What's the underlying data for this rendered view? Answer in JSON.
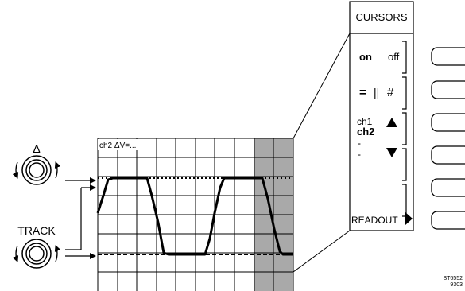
{
  "knobs": [
    {
      "name": "delta",
      "label": "Δ"
    },
    {
      "name": "track",
      "label": "TRACK"
    }
  ],
  "screen": {
    "readout": "ch2 ΔV=..."
  },
  "menu": {
    "title": "CURSORS",
    "items": [
      {
        "key": "on-off",
        "left": "on",
        "right": "off"
      },
      {
        "key": "mode",
        "left": "=",
        "mid": "||",
        "right": "#"
      },
      {
        "key": "channel-up",
        "line1": "ch1",
        "line2": "ch2"
      },
      {
        "key": "channel-down",
        "line1": "-",
        "line2": "-"
      },
      {
        "key": "blank"
      },
      {
        "key": "readout",
        "label": "READOUT"
      }
    ]
  },
  "softkeys": [
    "softkey-1",
    "softkey-2",
    "softkey-3",
    "softkey-4",
    "softkey-5",
    "softkey-6"
  ],
  "figure_code": {
    "line1": "ST6552",
    "line2": "9303"
  }
}
